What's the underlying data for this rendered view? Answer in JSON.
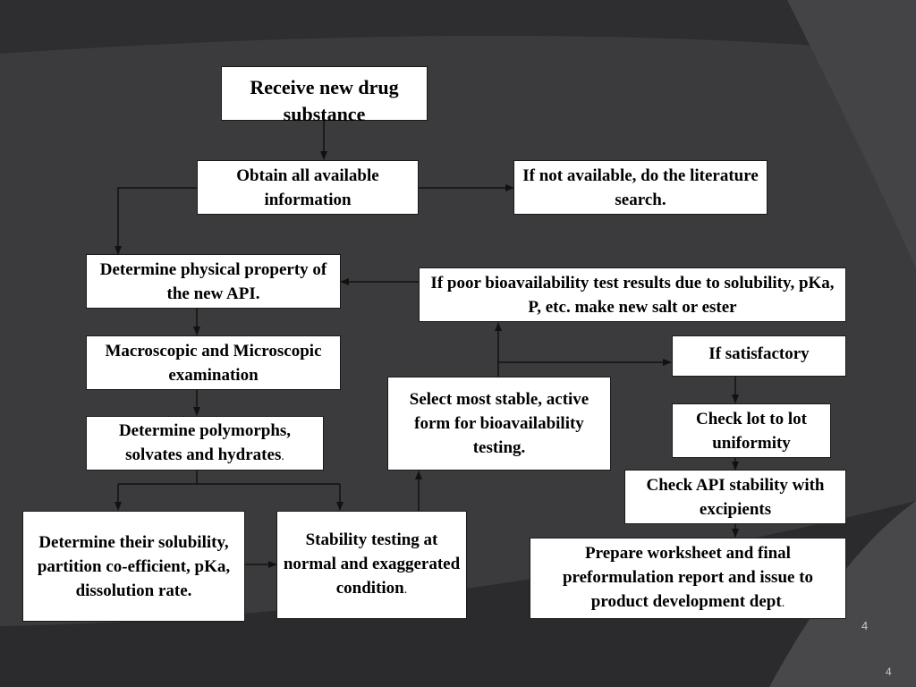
{
  "flowchart": {
    "receive": "Receive new drug substance",
    "obtain": "Obtain all available information",
    "not_available": "If not available, do the literature search.",
    "physical": "Determine physical property of the new API.",
    "poor_bio": "If poor bioavailability test results due to solubility, pKa, P, etc. make new salt or ester",
    "macro": "Macroscopic and Microscopic examination",
    "satisfactory": "If satisfactory",
    "select_stable": "Select most stable, active form for bioavailability testing.",
    "polymorphs": "Determine polymorphs, solvates and hydrates",
    "polymorphs_end": ".",
    "lot": "Check lot to lot uniformity",
    "api_stability": "Check API stability with excipients",
    "solubility": "Determine their solubility, partition co-efficient, pKa, dissolution rate.",
    "stability_testing": "Stability testing at normal and exaggerated condition",
    "stability_end": ".",
    "worksheet": "Prepare worksheet and final preformulation report and issue to product development dept",
    "worksheet_end": "."
  },
  "slide_number": "4",
  "footer_number": "4",
  "colors": {
    "background": "#3d3d3f",
    "box_fill": "#ffffff",
    "connector": "#111111"
  }
}
